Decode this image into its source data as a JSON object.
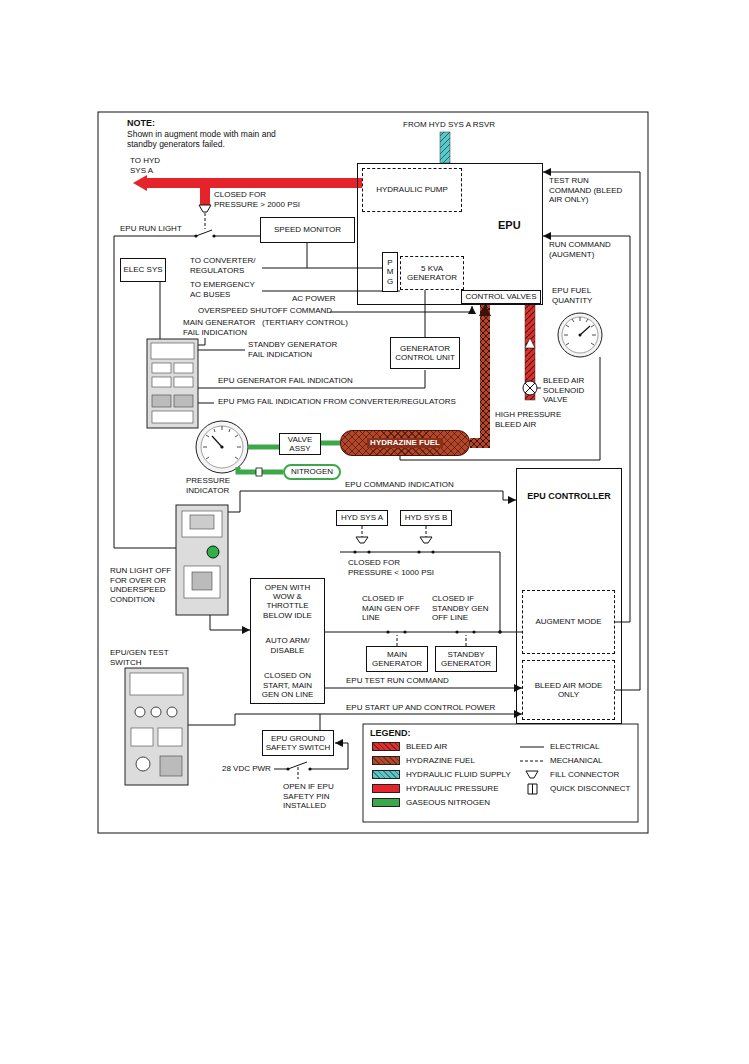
{
  "diagram": {
    "nodes": [
      {
        "text": [
          "EPU"
        ]
      },
      {
        "text": [
          "HYDRAULIC PUMP"
        ],
        "in": 0
      },
      {
        "text": [
          "P M G"
        ],
        "in": 0
      },
      {
        "text": [
          "5 KVA GENERATOR"
        ],
        "in": 0
      },
      {
        "text": [
          "CONTROL VALVES"
        ],
        "in": 0
      },
      {
        "text": [
          "SPEED MONITOR"
        ]
      },
      {
        "text": [
          "ELEC SYS"
        ]
      },
      {
        "text": [
          "GENERATOR CONTROL UNIT"
        ]
      },
      {
        "text": [
          "VALVE ASSY"
        ]
      },
      {
        "text": [
          "HYDRAZINE FUEL"
        ]
      },
      {
        "text": [
          "NITROGEN"
        ]
      },
      {
        "text": [
          "EPU CONTROLLER"
        ]
      },
      {
        "text": [
          "AUGMENT MODE"
        ],
        "in": 11
      },
      {
        "text": [
          "BLEED AIR MODE ONLY"
        ],
        "in": 11
      },
      {
        "text": [
          "HYD SYS A"
        ]
      },
      {
        "text": [
          "HYD SYS B"
        ]
      },
      {
        "text": [
          "OPEN WITH WOW & THROTTLE BELOW IDLE",
          "AUTO ARM/ DISABLE",
          "CLOSED ON START, MAIN GEN ON LINE"
        ]
      },
      {
        "text": [
          "MAIN GENERATOR"
        ]
      },
      {
        "text": [
          "STANDBY GENERATOR"
        ]
      },
      {
        "text": [
          "EPU GROUND SAFETY SWITCH"
        ]
      }
    ],
    "edges": [
      {
        "from": 2,
        "to": 5,
        "arrow": "none"
      },
      {
        "from": 3,
        "to": 7,
        "arrow": "none"
      },
      {
        "from": 8,
        "to": 9,
        "arrow": "none"
      },
      {
        "from": 9,
        "to": 4,
        "arrow": "to"
      },
      {
        "from": 13,
        "to": 0,
        "arrow": "to",
        "label": "TEST RUN COMMAND (BLEED AIR ONLY)"
      },
      {
        "from": 12,
        "to": 0,
        "arrow": "to",
        "label": "RUN COMMAND (AUGMENT)"
      },
      {
        "from": 16,
        "to": 12,
        "arrow": "none"
      },
      {
        "from": 16,
        "to": 13,
        "arrow": "to",
        "label": "EPU TEST RUN COMMAND"
      },
      {
        "from": 19,
        "to": 13,
        "arrow": "to",
        "label": "EPU START UP AND CONTROL POWER"
      }
    ],
    "labels": [
      "NOTE:",
      "Shown in augment mode with main and standby generators failed.",
      "FROM HYD SYS A RSVR",
      "TO HYD SYS A",
      "CLOSED FOR PRESSURE > 2000 PSI",
      "EPU RUN LIGHT",
      "TO CONVERTER/ REGULATORS",
      "TO EMERGENCY AC BUSES",
      "AC POWER",
      "OVERSPEED SHUTOFF COMMAND",
      "(TERTIARY CONTROL)",
      "MAIN GENERATOR FAIL INDICATION",
      "STANDBY GENERATOR FAIL INDICATION",
      "EPU GENERATOR FAIL INDICATION",
      "EPU PMG FAIL INDICATION FROM CONVERTER/REGULATORS",
      "EPU FUEL QUANTITY",
      "BLEED AIR SOLENOID VALVE",
      "HIGH PRESSURE BLEED AIR",
      "PRESSURE INDICATOR",
      "EPU COMMAND INDICATION",
      "CLOSED FOR PRESSURE < 1000 PSI",
      "RUN LIGHT OFF FOR OVER OR UNDERSPEED CONDITION",
      "CLOSED IF MAIN GEN OFF LINE",
      "CLOSED IF STANDBY GEN OFF LINE",
      "EPU/GEN TEST SWITCH",
      "28 VDC PWR",
      "OPEN IF EPU SAFETY PIN INSTALLED",
      "LEGEND:"
    ],
    "legend": [
      {
        "text": "BLEED AIR",
        "color": "#d9312b"
      },
      {
        "text": "HYDRAZINE FUEL",
        "color": "#b4462a"
      },
      {
        "text": "HYDRAULIC FLUID SUPPLY",
        "color": "#5cc6c8"
      },
      {
        "text": "HYDRAULIC PRESSURE",
        "color": "#e5232a"
      },
      {
        "text": "GASEOUS NITROGEN",
        "color": "#3ca84a"
      },
      {
        "text": "ELECTRICAL"
      },
      {
        "text": "MECHANICAL"
      },
      {
        "text": "FILL CONNECTOR"
      },
      {
        "text": "QUICK DISCONNECT"
      }
    ]
  }
}
